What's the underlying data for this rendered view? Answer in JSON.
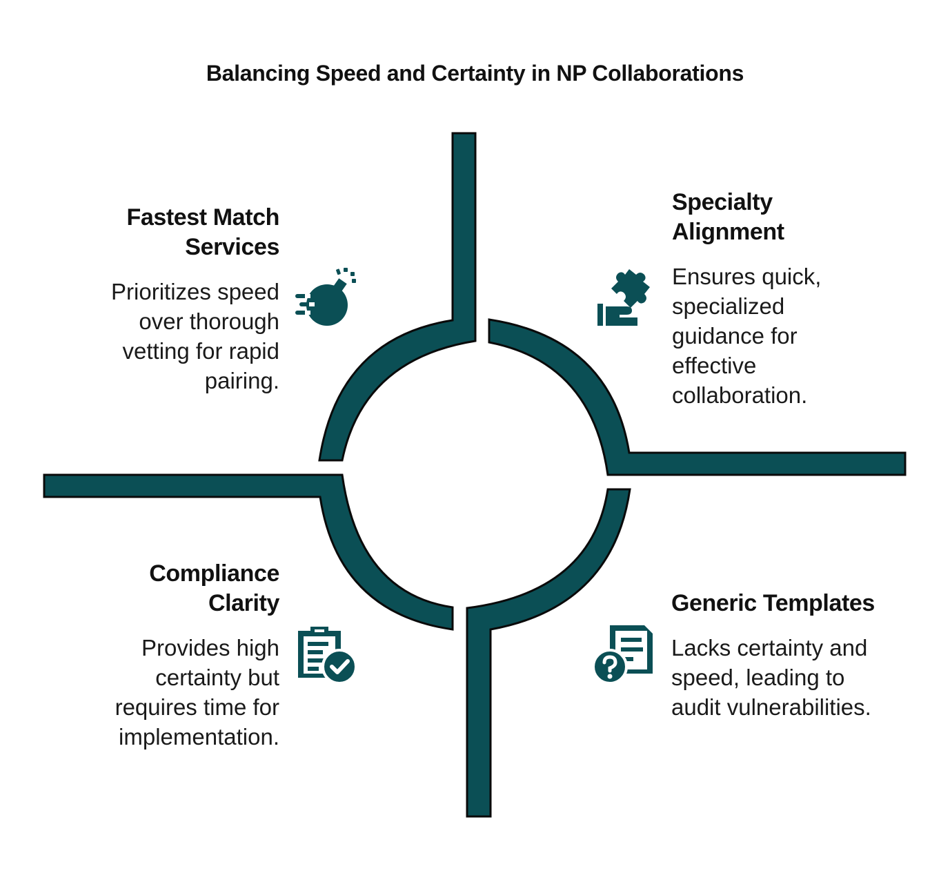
{
  "title": "Balancing Speed and Certainty in NP Collaborations",
  "colors": {
    "shape_fill": "#0b4f55",
    "shape_stroke": "#0a0a0a",
    "text": "#111111"
  },
  "quadrants": {
    "top_left": {
      "title_line1": "Fastest Match",
      "title_line2": "Services",
      "desc_lines": [
        "Prioritizes speed",
        "over thorough",
        "vetting for rapid",
        "pairing."
      ],
      "icon": "bomb-icon"
    },
    "top_right": {
      "title_line1": "Specialty",
      "title_line2": "Alignment",
      "desc_lines": [
        "Ensures quick,",
        "specialized",
        "guidance for",
        "effective",
        "collaboration."
      ],
      "icon": "puzzle-hand-icon"
    },
    "bottom_left": {
      "title_line1": "Compliance",
      "title_line2": "Clarity",
      "desc_lines": [
        "Provides high",
        "certainty but",
        "requires time for",
        "implementation."
      ],
      "icon": "clipboard-check-icon"
    },
    "bottom_right": {
      "title_line1": "Generic Templates",
      "desc_lines": [
        "Lacks certainty and",
        "speed, leading to",
        "audit vulnerabilities."
      ],
      "icon": "document-question-icon"
    }
  }
}
